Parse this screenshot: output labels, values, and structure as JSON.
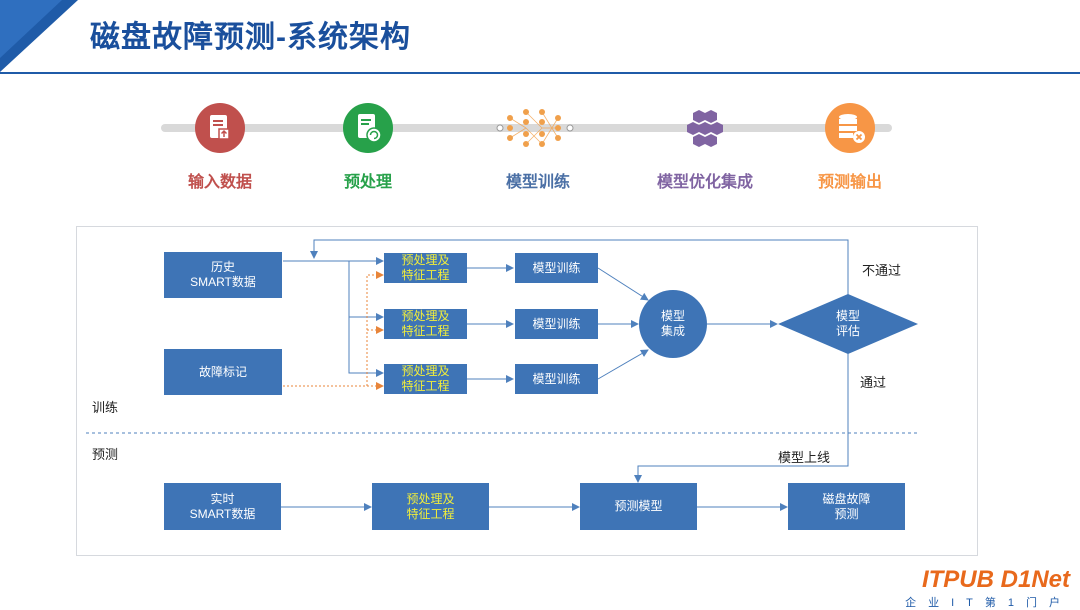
{
  "title": "磁盘故障预测-系统架构",
  "pipeline": [
    {
      "label": "输入数据",
      "color": "#c0504d",
      "icon": "document-upload-icon"
    },
    {
      "label": "预处理",
      "color": "#27a14a",
      "icon": "document-refresh-icon"
    },
    {
      "label": "模型训练",
      "color": "#4a6fa5",
      "icon": "neural-network-icon"
    },
    {
      "label": "模型优化集成",
      "color": "#8064a2",
      "icon": "hexagon-cluster-icon"
    },
    {
      "label": "预测输出",
      "color": "#f79646",
      "icon": "database-cancel-icon"
    }
  ],
  "diagram": {
    "history_data": "历史\nSMART数据",
    "fault_label": "故障标记",
    "preprocess": "预处理及\n特征工程",
    "train": "模型训练",
    "ensemble": "模型\n集成",
    "evaluate": "模型\n评估",
    "fail_label": "不通过",
    "pass_label": "通过",
    "deploy_label": "模型上线",
    "section_train": "训练",
    "section_predict": "预测",
    "realtime_data": "实时\nSMART数据",
    "predict_preprocess": "预处理及\n特征工程",
    "predict_model": "预测模型",
    "disk_fault_predict": "磁盘故障\n预测"
  },
  "watermark": {
    "brand": "ITPUB D1Net",
    "slogan": "企业IT第1门户"
  },
  "colors": {
    "box": "#3e74b6",
    "arrow": "#4f81bd",
    "dashed": "#e8853a",
    "accent_text": "#f2ee3a"
  }
}
